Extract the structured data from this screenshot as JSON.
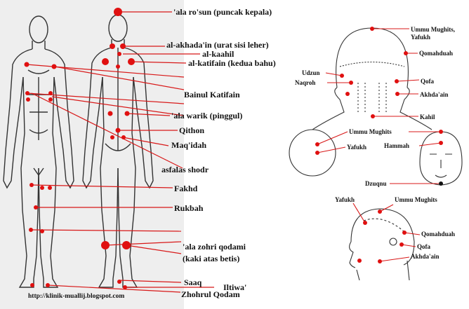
{
  "body_points": {
    "ala_rosun": "'ala ro'sun (puncak kepala)",
    "al_akhadain": "al-akhada'in (urat sisi leher)",
    "al_kaahil": "al-kaahil",
    "al_katifain": "al-katifain (kedua bahu)",
    "bainul_katifain": "Bainul Katifain",
    "ala_warik": "'ala warik (pinggul)",
    "qithon": "Qithon",
    "maqidah": "Maq'idah",
    "asfalas_shodr": "asfalas shodr",
    "fakhd": "Fakhd",
    "rukbah": "Rukbah",
    "ala_zohri_qodami_1": "'ala zohri qodami",
    "ala_zohri_qodami_2": "(kaki atas betis)",
    "saaq": "Saaq",
    "iltiwa": "Iltiwa'",
    "zhohrul_qodam": "Zhohrul Qodam"
  },
  "head_points": {
    "ummu_mughits_yafukh": "Ummu Mughits,\nYafukh",
    "qomahduah_1": "Qomahduah",
    "udzun": "Udzun",
    "naqroh": "Naqroh",
    "qofa_1": "Qofa",
    "akhdaain_1": "Akhda'ain",
    "kahil": "Kahil",
    "ummu_mughits_2": "Ummu Mughits",
    "yafukh_2": "Yafukh",
    "hammah": "Hammah",
    "dzuqnu": "Dzuqnu",
    "yafukh_3": "Yafukh",
    "ummu_mughits_3": "Ummu Mughits",
    "qomahduah_2": "Qomahduah",
    "qofa_2": "Qofa",
    "akhdaain_2": "Akhda'ain"
  },
  "source_url": "http://klinik-muallij.blogspot.com",
  "colors": {
    "point": "#e01010",
    "leader": "#d81818",
    "outline": "#333333",
    "panel": "#eeeeee"
  }
}
